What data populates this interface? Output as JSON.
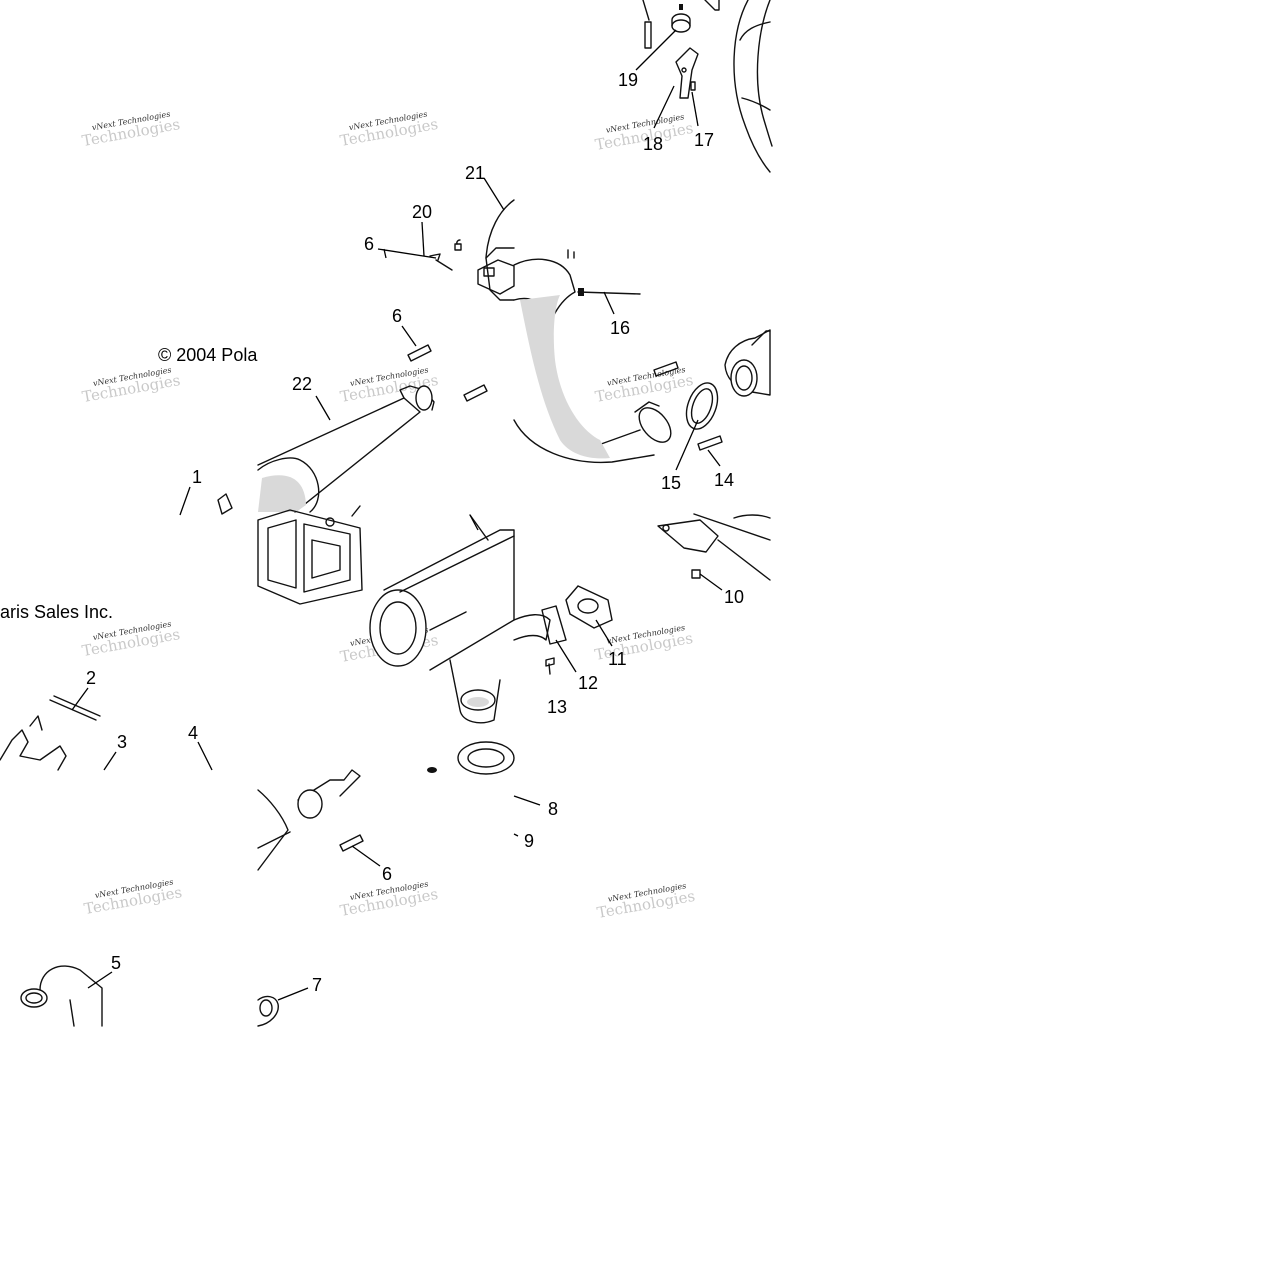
{
  "diagram": {
    "copyright_part1": "© 2004 Pola",
    "copyright_part2": "aris Sales Inc.",
    "watermark_line1": "vNext Technologies",
    "watermark_line2": "Technologies",
    "callouts": [
      "1",
      "2",
      "3",
      "4",
      "5",
      "6",
      "6",
      "6",
      "6",
      "7",
      "8",
      "9",
      "10",
      "11",
      "12",
      "13",
      "14",
      "15",
      "16",
      "17",
      "18",
      "19",
      "20",
      "21",
      "22"
    ]
  }
}
